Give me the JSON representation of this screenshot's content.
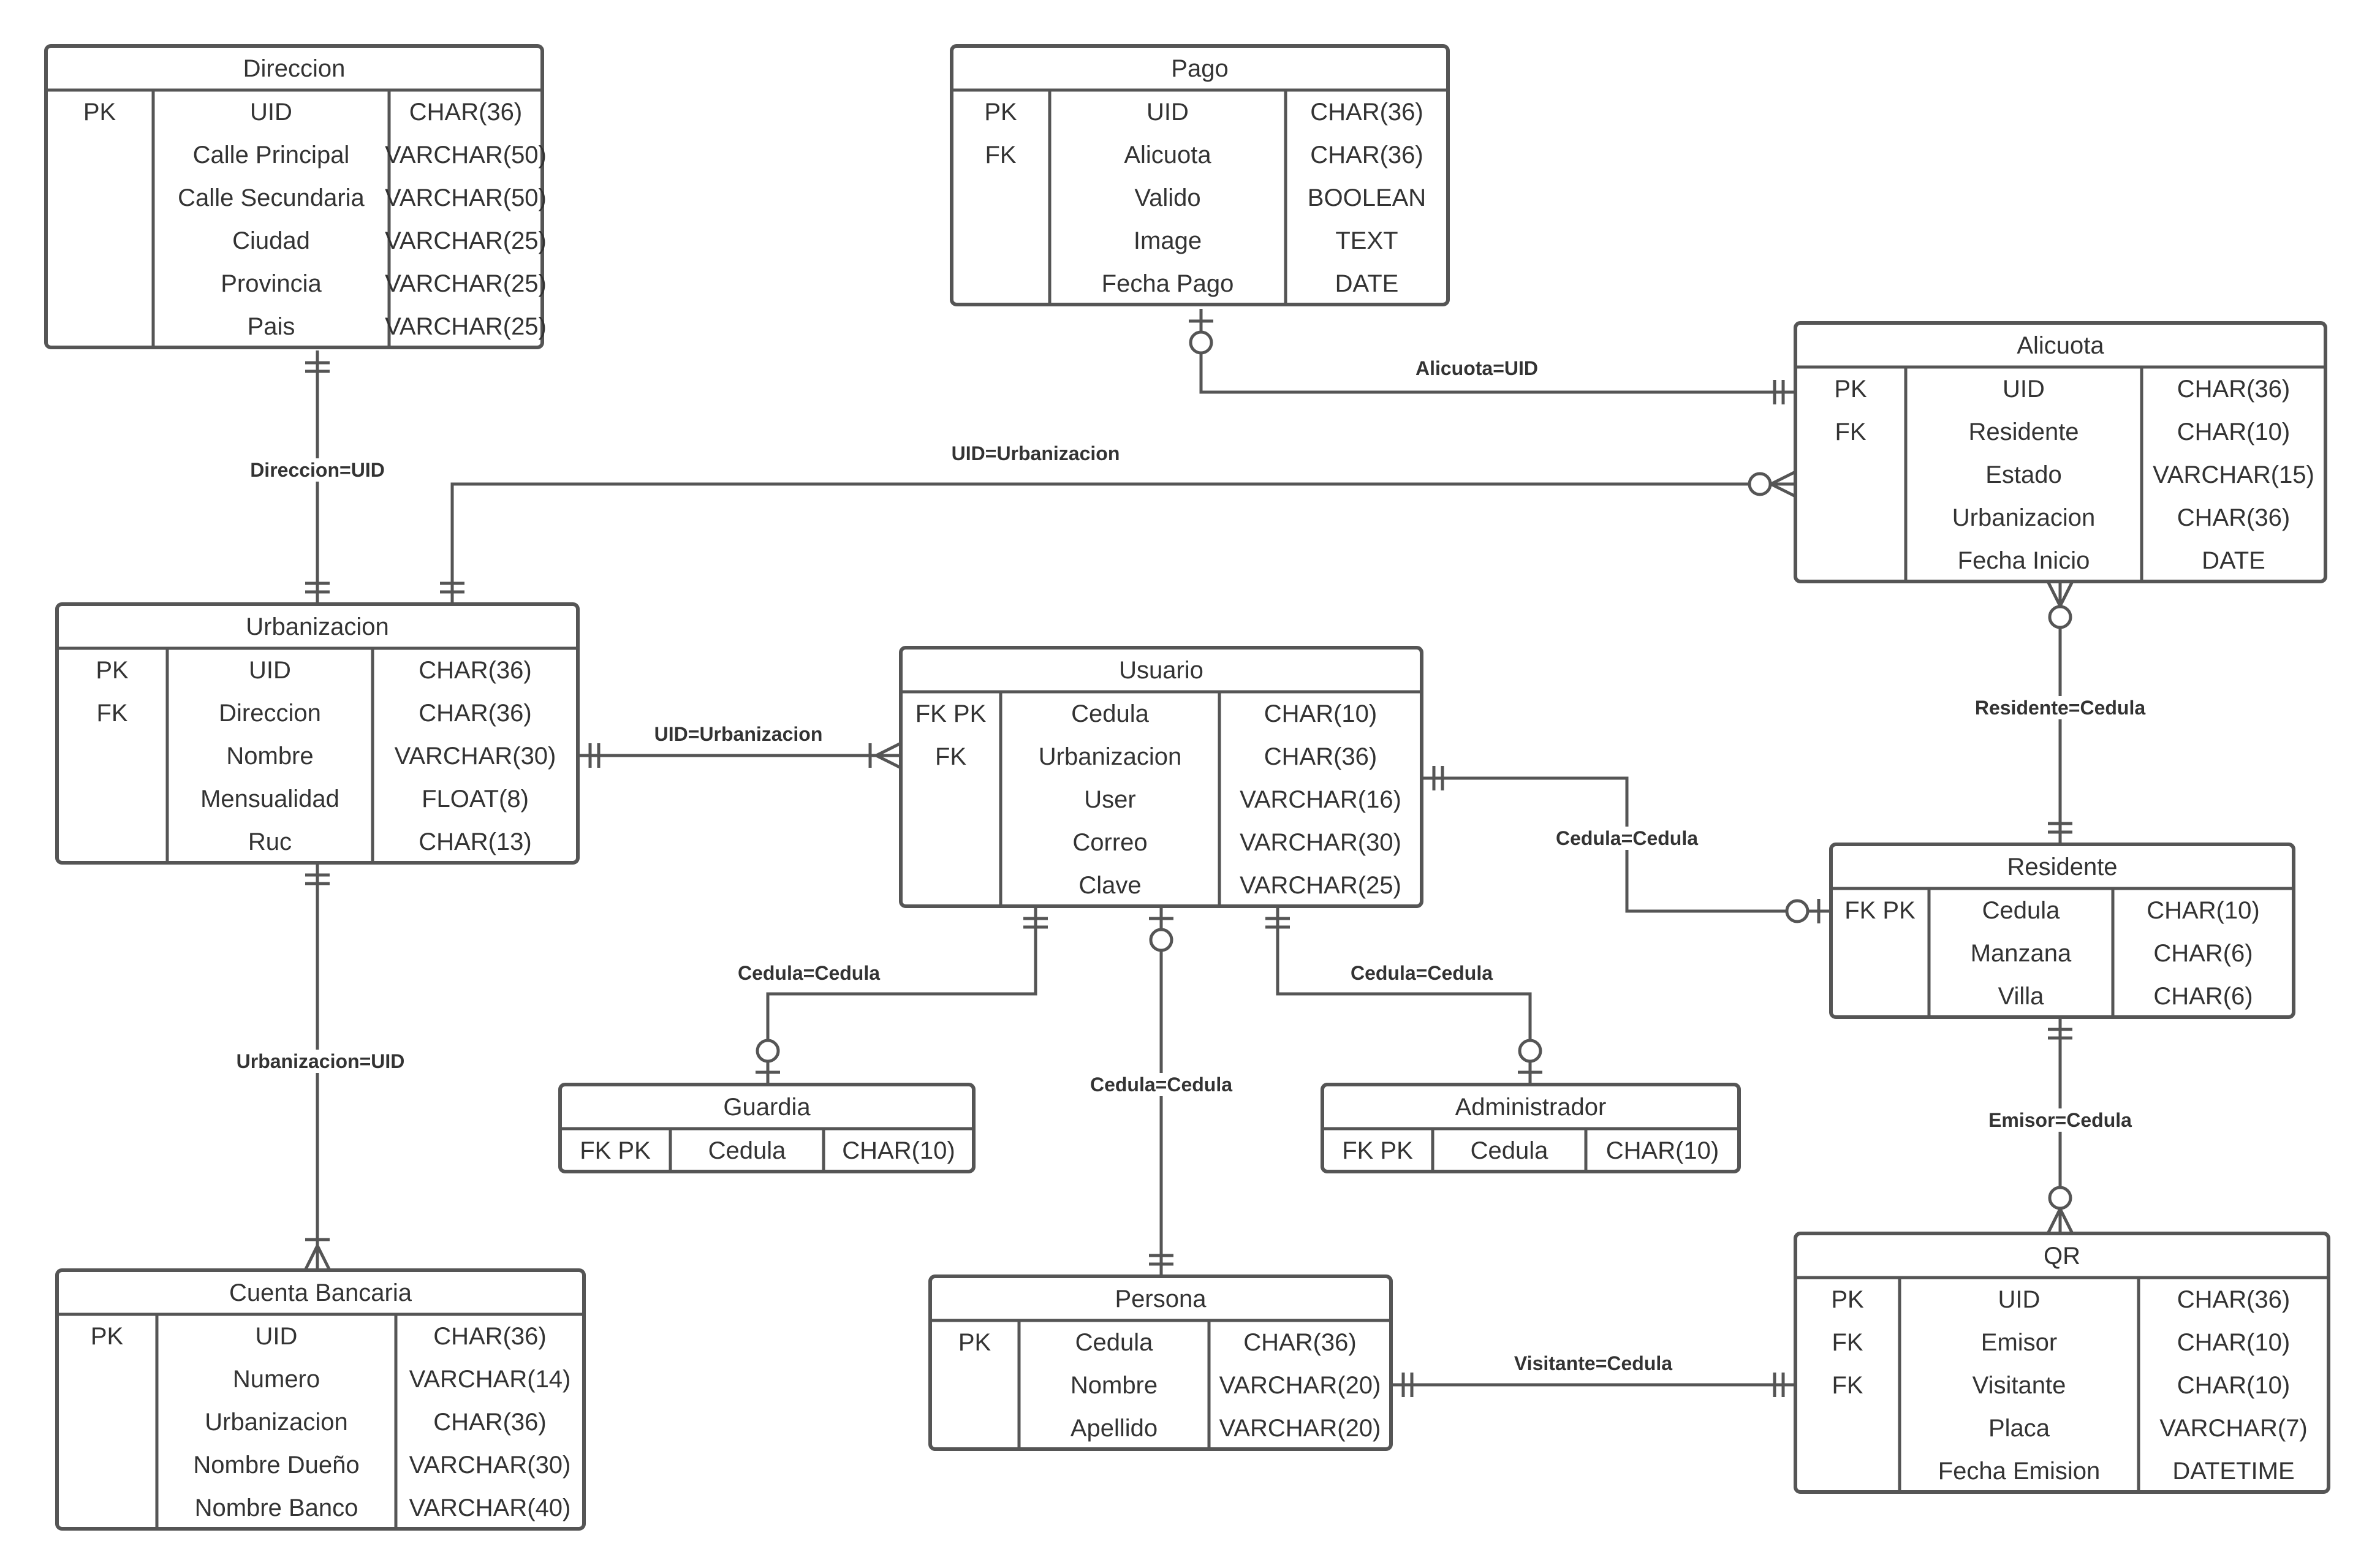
{
  "entities": [
    {
      "id": "direccion",
      "title": "Direccion",
      "rows": [
        [
          "PK",
          "UID",
          "CHAR(36)"
        ],
        [
          "",
          "Calle Principal",
          "VARCHAR(50)"
        ],
        [
          "",
          "Calle Secundaria",
          "VARCHAR(50)"
        ],
        [
          "",
          "Ciudad",
          "VARCHAR(25)"
        ],
        [
          "",
          "Provincia",
          "VARCHAR(25)"
        ],
        [
          "",
          "Pais",
          "VARCHAR(25)"
        ]
      ]
    },
    {
      "id": "pago",
      "title": "Pago",
      "rows": [
        [
          "PK",
          "UID",
          "CHAR(36)"
        ],
        [
          "FK",
          "Alicuota",
          "CHAR(36)"
        ],
        [
          "",
          "Valido",
          "BOOLEAN"
        ],
        [
          "",
          "Image",
          "TEXT"
        ],
        [
          "",
          "Fecha Pago",
          "DATE"
        ]
      ]
    },
    {
      "id": "alicuota",
      "title": "Alicuota",
      "rows": [
        [
          "PK",
          "UID",
          "CHAR(36)"
        ],
        [
          "FK",
          "Residente",
          "CHAR(10)"
        ],
        [
          "",
          "Estado",
          "VARCHAR(15)"
        ],
        [
          "",
          "Urbanizacion",
          "CHAR(36)"
        ],
        [
          "",
          "Fecha Inicio",
          "DATE"
        ]
      ]
    },
    {
      "id": "urbanizacion",
      "title": "Urbanizacion",
      "rows": [
        [
          "PK",
          "UID",
          "CHAR(36)"
        ],
        [
          "FK",
          "Direccion",
          "CHAR(36)"
        ],
        [
          "",
          "Nombre",
          "VARCHAR(30)"
        ],
        [
          "",
          "Mensualidad",
          "FLOAT(8)"
        ],
        [
          "",
          "Ruc",
          "CHAR(13)"
        ]
      ]
    },
    {
      "id": "usuario",
      "title": "Usuario",
      "rows": [
        [
          "FK PK",
          "Cedula",
          "CHAR(10)"
        ],
        [
          "FK",
          "Urbanizacion",
          "CHAR(36)"
        ],
        [
          "",
          "User",
          "VARCHAR(16)"
        ],
        [
          "",
          "Correo",
          "VARCHAR(30)"
        ],
        [
          "",
          "Clave",
          "VARCHAR(25)"
        ]
      ]
    },
    {
      "id": "residente",
      "title": "Residente",
      "rows": [
        [
          "FK PK",
          "Cedula",
          "CHAR(10)"
        ],
        [
          "",
          "Manzana",
          "CHAR(6)"
        ],
        [
          "",
          "Villa",
          "CHAR(6)"
        ]
      ]
    },
    {
      "id": "guardia",
      "title": "Guardia",
      "rows": [
        [
          "FK PK",
          "Cedula",
          "CHAR(10)"
        ]
      ]
    },
    {
      "id": "administrador",
      "title": "Administrador",
      "rows": [
        [
          "FK PK",
          "Cedula",
          "CHAR(10)"
        ]
      ]
    },
    {
      "id": "cuenta",
      "title": "Cuenta Bancaria",
      "rows": [
        [
          "PK",
          "UID",
          "CHAR(36)"
        ],
        [
          "",
          "Numero",
          "VARCHAR(14)"
        ],
        [
          "",
          "Urbanizacion",
          "CHAR(36)"
        ],
        [
          "",
          "Nombre Dueño",
          "VARCHAR(30)"
        ],
        [
          "",
          "Nombre Banco",
          "VARCHAR(40)"
        ]
      ]
    },
    {
      "id": "persona",
      "title": "Persona",
      "rows": [
        [
          "PK",
          "Cedula",
          "CHAR(36)"
        ],
        [
          "",
          "Nombre",
          "VARCHAR(20)"
        ],
        [
          "",
          "Apellido",
          "VARCHAR(20)"
        ]
      ]
    },
    {
      "id": "qr",
      "title": "QR",
      "rows": [
        [
          "PK",
          "UID",
          "CHAR(36)"
        ],
        [
          "FK",
          "Emisor",
          "CHAR(10)"
        ],
        [
          "FK",
          "Visitante",
          "CHAR(10)"
        ],
        [
          "",
          "Placa",
          "VARCHAR(7)"
        ],
        [
          "",
          "Fecha Emision",
          "DATETIME"
        ]
      ]
    }
  ],
  "relationships": [
    {
      "id": "rel-direccion-urbanizacion",
      "label": "Direccion=UID"
    },
    {
      "id": "rel-pago-alicuota",
      "label": "Alicuota=UID"
    },
    {
      "id": "rel-urbanizacion-alicuota",
      "label": "UID=Urbanizacion"
    },
    {
      "id": "rel-urbanizacion-usuario",
      "label": "UID=Urbanizacion"
    },
    {
      "id": "rel-alicuota-residente",
      "label": "Residente=Cedula"
    },
    {
      "id": "rel-usuario-residente",
      "label": "Cedula=Cedula"
    },
    {
      "id": "rel-urbanizacion-cuenta",
      "label": "Urbanizacion=UID"
    },
    {
      "id": "rel-usuario-guardia",
      "label": "Cedula=Cedula"
    },
    {
      "id": "rel-usuario-persona",
      "label": "Cedula=Cedula"
    },
    {
      "id": "rel-usuario-administrador",
      "label": "Cedula=Cedula"
    },
    {
      "id": "rel-residente-qr",
      "label": "Emisor=Cedula"
    },
    {
      "id": "rel-persona-qr",
      "label": "Visitante=Cedula"
    }
  ]
}
